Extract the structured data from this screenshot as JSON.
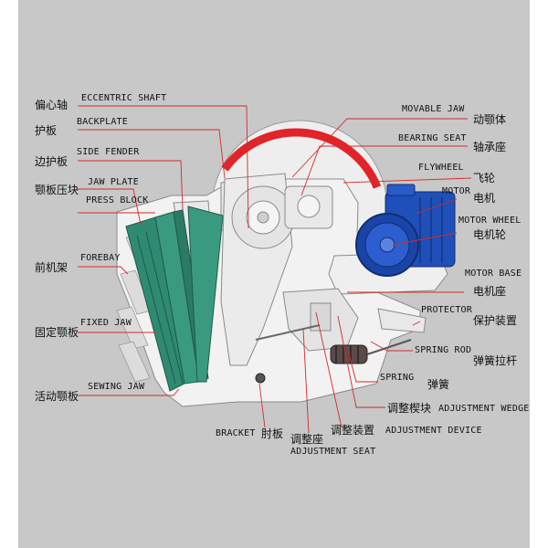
{
  "labels": {
    "eccentric_shaft": {
      "en": "ECCENTRIC SHAFT",
      "zh": "偏心轴"
    },
    "backplate": {
      "en": "BACKPLATE",
      "zh": "护板"
    },
    "side_fender": {
      "en": "SIDE FENDER",
      "zh": "边护板"
    },
    "jaw_plate": {
      "en": "JAW PLATE",
      "zh": "颚板压块"
    },
    "press_block": {
      "en": "PRESS BLOCK"
    },
    "forebay": {
      "en": "FOREBAY",
      "zh": "前机架"
    },
    "fixed_jaw": {
      "en": "FIXED JAW",
      "zh": "固定颚板"
    },
    "sewing_jaw": {
      "en": "SEWING JAW",
      "zh": "活动颚板"
    },
    "bracket": {
      "en": "BRACKET",
      "zh": "肘板"
    },
    "adjustment_seat": {
      "en": "ADJUSTMENT SEAT",
      "zh": "调整座"
    },
    "adjustment_device": {
      "en": "ADJUSTMENT DEVICE",
      "zh": "调整装置"
    },
    "adjustment_wedge": {
      "en": "ADJUSTMENT WEDGE",
      "zh": "调整楔块"
    },
    "spring": {
      "en": "SPRING",
      "zh": "弹簧"
    },
    "spring_rod": {
      "en": "SPRING ROD",
      "zh": "弹簧拉杆"
    },
    "protector": {
      "en": "PROTECTOR",
      "zh": "保护装置"
    },
    "motor_base": {
      "en": "MOTOR BASE",
      "zh": "电机座"
    },
    "motor_wheel": {
      "en": "MOTOR WHEEL",
      "zh": "电机轮"
    },
    "motor": {
      "en": "MOTOR",
      "zh": "电机"
    },
    "flywheel": {
      "en": "FLYWHEEL",
      "zh": "飞轮"
    },
    "bearing_seat": {
      "en": "BEARING SEAT",
      "zh": "轴承座"
    },
    "movable_jaw": {
      "en": "MOVABLE JAW",
      "zh": "动颚体"
    }
  },
  "colors": {
    "background": "#c8c8c8",
    "leader_line": "#d42a2a",
    "flywheel_rim": "#e0242a",
    "jaw_plate": "#2f8a72",
    "motor": "#1f4fb8",
    "frame": "#f2f2f2"
  }
}
